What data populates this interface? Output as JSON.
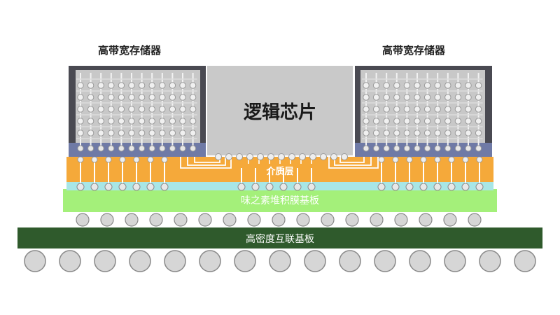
{
  "labels": {
    "hbm_left": "高带宽存储器",
    "hbm_right": "高带宽存储器",
    "logic_chip": "逻辑芯片",
    "dielectric": "介质层",
    "abf_substrate": "味之素堆积膜基板",
    "interconnect_board": "高密度互联基板"
  },
  "colors": {
    "hbm_frame": "#4a4a52",
    "hbm_inner": "#c8c8c8",
    "hbm_base": "#6f7aa6",
    "logic_chip": "#c9c9c9",
    "dielectric": "#f5a93a",
    "abf_substrate": "#a4f07a",
    "interposer_edge": "#a8e6e6",
    "interconnect_board": "#2f5a2c",
    "ball": "#d6d6d6",
    "ball_stroke": "#888888",
    "trace": "#ffffff"
  }
}
